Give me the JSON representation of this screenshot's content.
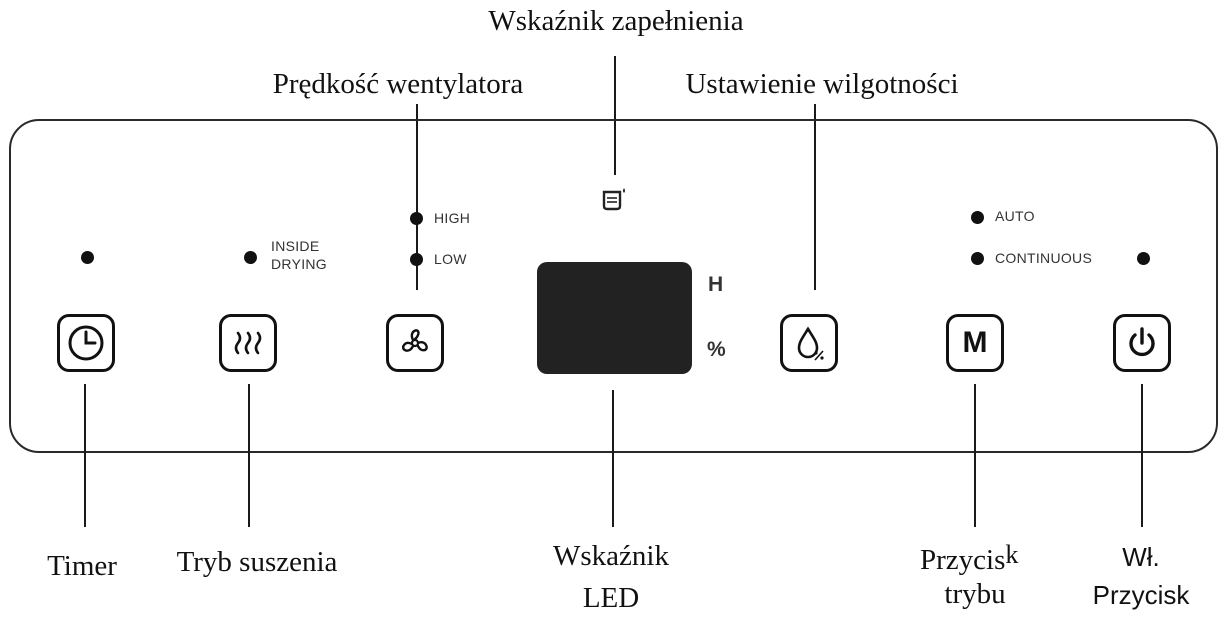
{
  "callouts": {
    "tank_full": "Wskaźnik zapełnienia",
    "fan_speed": "Prędkość wentylatora",
    "humidity_setting": "Ustawienie wilgotności",
    "timer": "Timer",
    "drying_mode": "Tryb suszenia",
    "led_line1": "Wskaźnik",
    "led_line2": "LED",
    "mode_line1": "Przycis",
    "mode_line1_k": "k",
    "mode_line2": "trybu",
    "power_line1": "Wł.",
    "power_line2": "Przycisk"
  },
  "panel": {
    "inside_drying_line1": "INSIDE",
    "inside_drying_line2": "DRYING",
    "fan_high": "HIGH",
    "fan_low": "LOW",
    "mode_auto": "AUTO",
    "mode_continuous": "CONTINUOUS",
    "unit_h": "H",
    "unit_percent": "%",
    "mode_button_label": "M"
  },
  "icons": {
    "timer": "clock-icon",
    "drying": "heat-waves-icon",
    "fan": "fan-icon",
    "tank": "water-tank-icon",
    "humidity": "water-drop-percent-icon",
    "mode": "mode-m-icon",
    "power": "power-icon"
  }
}
